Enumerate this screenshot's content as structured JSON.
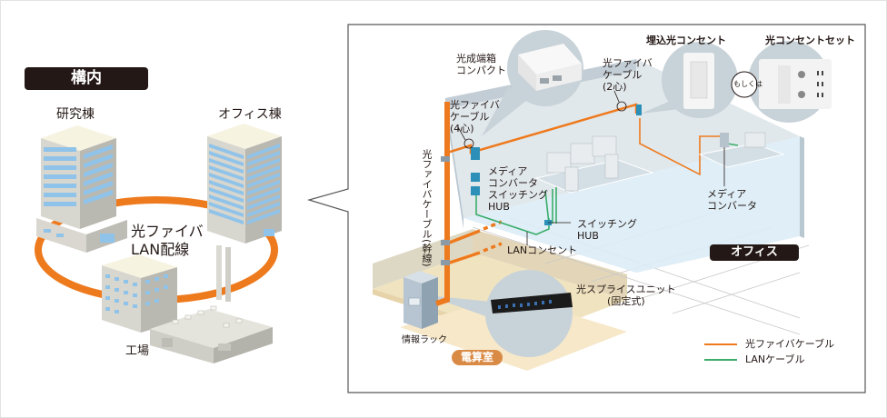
{
  "campus": {
    "tag": "構内",
    "buildings": {
      "research": "研究棟",
      "office": "オフィス棟",
      "factory": "工場"
    },
    "ring_label_line1": "光ファイバ",
    "ring_label_line2": "LAN配線"
  },
  "detail": {
    "office_tag": "オフィス",
    "server_room_tag": "電算室",
    "labels": {
      "terminal_box_line1": "光成端箱",
      "terminal_box_line2": "コンパクト",
      "fiber_2core_line1": "光ファイバ",
      "fiber_2core_line2": "ケーブル",
      "fiber_2core_line3": "(2心)",
      "fiber_4core_line1": "光ファイバ",
      "fiber_4core_line2": "ケーブル",
      "fiber_4core_line3": "(4心)",
      "embedded_outlet": "埋込光コンセント",
      "or": "もしくは",
      "outlet_set": "光コンセントセット",
      "media_converter_left_line1": "メディア",
      "media_converter_left_line2": "コンバータ",
      "switching_hub_left_line1": "スイッチング",
      "switching_hub_left_line2": "HUB",
      "switching_hub_center_line1": "スイッチング",
      "switching_hub_center_line2": "HUB",
      "media_converter_right_line1": "メディア",
      "media_converter_right_line2": "コンバータ",
      "lan_outlet": "LANコンセント",
      "backbone": "光ファイバケーブル(幹線)",
      "splice_unit_line1": "光スプライスユニット",
      "splice_unit_line2": "(固定式)",
      "info_rack": "情報ラック"
    },
    "legend": [
      {
        "label": "光ファイバケーブル",
        "color": "#ee7a1e"
      },
      {
        "label": "LANケーブル",
        "color": "#3aad6a"
      }
    ]
  },
  "colors": {
    "fiber": "#ee7a1e",
    "lan": "#3aad6a",
    "tag_bg": "#231815",
    "server_room_tag_bg": "#d98a45",
    "floor_office": "#dcecf6",
    "floor_server": "#f5e6c8"
  }
}
